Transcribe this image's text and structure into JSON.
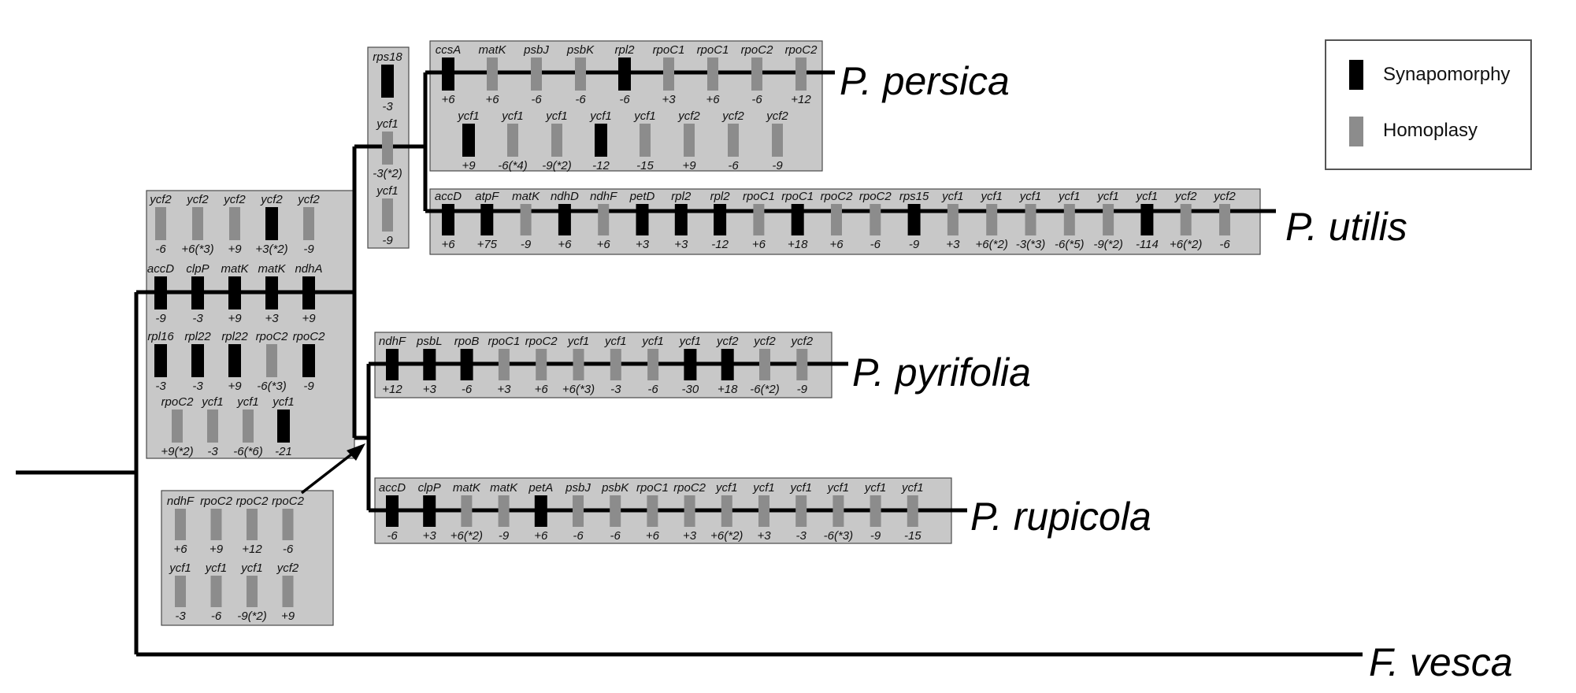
{
  "colors": {
    "synapomorphy": "#000000",
    "homoplasy": "#8c8c8c",
    "panel": "#c8c8c8",
    "branch": "#000000"
  },
  "legend": {
    "synapomorphy_label": "Synapomorphy",
    "homoplasy_label": "Homoplasy"
  },
  "taxa": {
    "persica": "P. persica",
    "utilis": "P. utilis",
    "pyrifolia": "P. pyrifolia",
    "rupicola": "P. rupicola",
    "vesca": "F. vesca"
  },
  "panels": [
    {
      "id": "left-node",
      "rows": [
        [
          {
            "gene": "ycf2",
            "change": "-6",
            "type": "homoplasy"
          },
          {
            "gene": "ycf2",
            "change": "+6(*3)",
            "type": "homoplasy"
          },
          {
            "gene": "ycf2",
            "change": "+9",
            "type": "homoplasy"
          },
          {
            "gene": "ycf2",
            "change": "+3(*2)",
            "type": "synapomorphy"
          },
          {
            "gene": "ycf2",
            "change": "-9",
            "type": "homoplasy"
          }
        ],
        [
          {
            "gene": "accD",
            "change": "-9",
            "type": "synapomorphy"
          },
          {
            "gene": "clpP",
            "change": "-3",
            "type": "synapomorphy"
          },
          {
            "gene": "matK",
            "change": "+9",
            "type": "synapomorphy"
          },
          {
            "gene": "matK",
            "change": "+3",
            "type": "synapomorphy"
          },
          {
            "gene": "ndhA",
            "change": "+9",
            "type": "synapomorphy"
          }
        ],
        [
          {
            "gene": "rpl16",
            "change": "-3",
            "type": "synapomorphy"
          },
          {
            "gene": "rpl22",
            "change": "-3",
            "type": "synapomorphy"
          },
          {
            "gene": "rpl22",
            "change": "+9",
            "type": "synapomorphy"
          },
          {
            "gene": "rpoC2",
            "change": "-6(*3)",
            "type": "homoplasy"
          },
          {
            "gene": "rpoC2",
            "change": "-9",
            "type": "synapomorphy"
          }
        ],
        [
          {
            "gene": "rpoC2",
            "change": "+9(*2)",
            "type": "homoplasy"
          },
          {
            "gene": "ycf1",
            "change": "-3",
            "type": "homoplasy"
          },
          {
            "gene": "ycf1",
            "change": "-6(*6)",
            "type": "homoplasy"
          },
          {
            "gene": "ycf1",
            "change": "-21",
            "type": "synapomorphy"
          }
        ]
      ]
    },
    {
      "id": "small-node",
      "rows": [
        [
          {
            "gene": "rps18",
            "change": "-3",
            "type": "synapomorphy"
          }
        ],
        [
          {
            "gene": "ycf1",
            "change": "-3(*2)",
            "type": "homoplasy"
          }
        ],
        [
          {
            "gene": "ycf1",
            "change": "-9",
            "type": "homoplasy"
          }
        ]
      ]
    },
    {
      "id": "persica",
      "rows": [
        [
          {
            "gene": "ccsA",
            "change": "+6",
            "type": "synapomorphy"
          },
          {
            "gene": "matK",
            "change": "+6",
            "type": "homoplasy"
          },
          {
            "gene": "psbJ",
            "change": "-6",
            "type": "homoplasy"
          },
          {
            "gene": "psbK",
            "change": "-6",
            "type": "homoplasy"
          },
          {
            "gene": "rpl2",
            "change": "-6",
            "type": "synapomorphy"
          },
          {
            "gene": "rpoC1",
            "change": "+3",
            "type": "homoplasy"
          },
          {
            "gene": "rpoC1",
            "change": "+6",
            "type": "homoplasy"
          },
          {
            "gene": "rpoC2",
            "change": "-6",
            "type": "homoplasy"
          },
          {
            "gene": "rpoC2",
            "change": "+12",
            "type": "homoplasy"
          }
        ],
        [
          {
            "gene": "ycf1",
            "change": "+9",
            "type": "synapomorphy"
          },
          {
            "gene": "ycf1",
            "change": "-6(*4)",
            "type": "homoplasy"
          },
          {
            "gene": "ycf1",
            "change": "-9(*2)",
            "type": "homoplasy"
          },
          {
            "gene": "ycf1",
            "change": "-12",
            "type": "synapomorphy"
          },
          {
            "gene": "ycf1",
            "change": "-15",
            "type": "homoplasy"
          },
          {
            "gene": "ycf2",
            "change": "+9",
            "type": "homoplasy"
          },
          {
            "gene": "ycf2",
            "change": "-6",
            "type": "homoplasy"
          },
          {
            "gene": "ycf2",
            "change": "-9",
            "type": "homoplasy"
          }
        ]
      ]
    },
    {
      "id": "utilis",
      "rows": [
        [
          {
            "gene": "accD",
            "change": "+6",
            "type": "synapomorphy"
          },
          {
            "gene": "atpF",
            "change": "+75",
            "type": "synapomorphy"
          },
          {
            "gene": "matK",
            "change": "-9",
            "type": "homoplasy"
          },
          {
            "gene": "ndhD",
            "change": "+6",
            "type": "synapomorphy"
          },
          {
            "gene": "ndhF",
            "change": "+6",
            "type": "homoplasy"
          },
          {
            "gene": "petD",
            "change": "+3",
            "type": "synapomorphy"
          },
          {
            "gene": "rpl2",
            "change": "+3",
            "type": "synapomorphy"
          },
          {
            "gene": "rpl2",
            "change": "-12",
            "type": "synapomorphy"
          },
          {
            "gene": "rpoC1",
            "change": "+6",
            "type": "homoplasy"
          },
          {
            "gene": "rpoC1",
            "change": "+18",
            "type": "synapomorphy"
          },
          {
            "gene": "rpoC2",
            "change": "+6",
            "type": "homoplasy"
          },
          {
            "gene": "rpoC2",
            "change": "-6",
            "type": "homoplasy"
          },
          {
            "gene": "rps15",
            "change": "-9",
            "type": "synapomorphy"
          },
          {
            "gene": "ycf1",
            "change": "+3",
            "type": "homoplasy"
          },
          {
            "gene": "ycf1",
            "change": "+6(*2)",
            "type": "homoplasy"
          },
          {
            "gene": "ycf1",
            "change": "-3(*3)",
            "type": "homoplasy"
          },
          {
            "gene": "ycf1",
            "change": "-6(*5)",
            "type": "homoplasy"
          },
          {
            "gene": "ycf1",
            "change": "-9(*2)",
            "type": "homoplasy"
          },
          {
            "gene": "ycf1",
            "change": "-114",
            "type": "synapomorphy"
          },
          {
            "gene": "ycf2",
            "change": "+6(*2)",
            "type": "homoplasy"
          },
          {
            "gene": "ycf2",
            "change": "-6",
            "type": "homoplasy"
          }
        ]
      ]
    },
    {
      "id": "pyrifolia",
      "rows": [
        [
          {
            "gene": "ndhF",
            "change": "+12",
            "type": "synapomorphy"
          },
          {
            "gene": "psbL",
            "change": "+3",
            "type": "synapomorphy"
          },
          {
            "gene": "rpoB",
            "change": "-6",
            "type": "synapomorphy"
          },
          {
            "gene": "rpoC1",
            "change": "+3",
            "type": "homoplasy"
          },
          {
            "gene": "rpoC2",
            "change": "+6",
            "type": "homoplasy"
          },
          {
            "gene": "ycf1",
            "change": "+6(*3)",
            "type": "homoplasy"
          },
          {
            "gene": "ycf1",
            "change": "-3",
            "type": "homoplasy"
          },
          {
            "gene": "ycf1",
            "change": "-6",
            "type": "homoplasy"
          },
          {
            "gene": "ycf1",
            "change": "-30",
            "type": "synapomorphy"
          },
          {
            "gene": "ycf2",
            "change": "+18",
            "type": "synapomorphy"
          },
          {
            "gene": "ycf2",
            "change": "-6(*2)",
            "type": "homoplasy"
          },
          {
            "gene": "ycf2",
            "change": "-9",
            "type": "homoplasy"
          }
        ]
      ]
    },
    {
      "id": "rupicola",
      "rows": [
        [
          {
            "gene": "accD",
            "change": "-6",
            "type": "synapomorphy"
          },
          {
            "gene": "clpP",
            "change": "+3",
            "type": "synapomorphy"
          },
          {
            "gene": "matK",
            "change": "+6(*2)",
            "type": "homoplasy"
          },
          {
            "gene": "matK",
            "change": "-9",
            "type": "homoplasy"
          },
          {
            "gene": "petA",
            "change": "+6",
            "type": "synapomorphy"
          },
          {
            "gene": "psbJ",
            "change": "-6",
            "type": "homoplasy"
          },
          {
            "gene": "psbK",
            "change": "-6",
            "type": "homoplasy"
          },
          {
            "gene": "rpoC1",
            "change": "+6",
            "type": "homoplasy"
          },
          {
            "gene": "rpoC2",
            "change": "+3",
            "type": "homoplasy"
          },
          {
            "gene": "ycf1",
            "change": "+6(*2)",
            "type": "homoplasy"
          },
          {
            "gene": "ycf1",
            "change": "+3",
            "type": "homoplasy"
          },
          {
            "gene": "ycf1",
            "change": "-3",
            "type": "homoplasy"
          },
          {
            "gene": "ycf1",
            "change": "-6(*3)",
            "type": "homoplasy"
          },
          {
            "gene": "ycf1",
            "change": "-9",
            "type": "homoplasy"
          },
          {
            "gene": "ycf1",
            "change": "-15",
            "type": "homoplasy"
          }
        ]
      ]
    },
    {
      "id": "py-ru-node",
      "rows": [
        [
          {
            "gene": "ndhF",
            "change": "+6",
            "type": "homoplasy"
          },
          {
            "gene": "rpoC2",
            "change": "+9",
            "type": "homoplasy"
          },
          {
            "gene": "rpoC2",
            "change": "+12",
            "type": "homoplasy"
          },
          {
            "gene": "rpoC2",
            "change": "-6",
            "type": "homoplasy"
          }
        ],
        [
          {
            "gene": "ycf1",
            "change": "-3",
            "type": "homoplasy"
          },
          {
            "gene": "ycf1",
            "change": "-6",
            "type": "homoplasy"
          },
          {
            "gene": "ycf1",
            "change": "-9(*2)",
            "type": "homoplasy"
          },
          {
            "gene": "ycf2",
            "change": "+9",
            "type": "homoplasy"
          }
        ]
      ]
    }
  ]
}
